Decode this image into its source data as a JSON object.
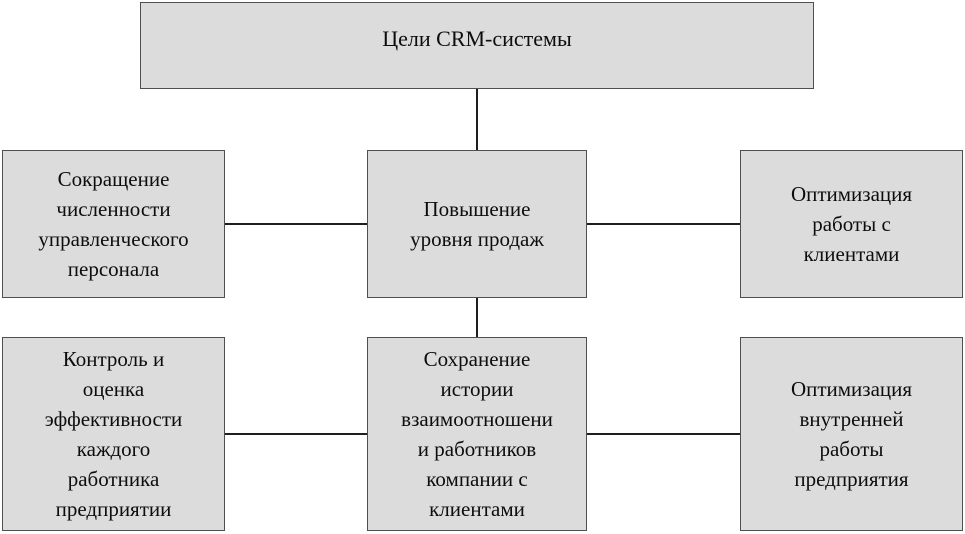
{
  "colors": {
    "box_fill": "#dcdcdc",
    "box_border": "#4f4f4f",
    "line": "#1e1e1e",
    "text": "#0d0d0d",
    "background": "#ffffff"
  },
  "nodes": {
    "root": {
      "label": "Цели CRM-системы"
    },
    "mid_left": {
      "label": "Сокращение\nчисленности\nуправленческого\nперсонала"
    },
    "mid_center": {
      "label": "Повышение\nуровня продаж"
    },
    "mid_right": {
      "label": "Оптимизация\nработы с\nклиентами"
    },
    "bot_left": {
      "label": "Контроль и\nоценка\nэффективности\nкаждого\nработника\nпредприятии"
    },
    "bot_center": {
      "label": "Сохранение\nистории\nвзаимоотношени\nи работников\nкомпании с\nклиентами"
    },
    "bot_right": {
      "label": "Оптимизация\nвнутренней\nработы\nпредприятия"
    }
  },
  "edges": [
    {
      "from": "root",
      "to": "mid_center"
    },
    {
      "from": "mid_left",
      "to": "mid_center"
    },
    {
      "from": "mid_center",
      "to": "mid_right"
    },
    {
      "from": "mid_center",
      "to": "bot_center"
    },
    {
      "from": "bot_left",
      "to": "bot_center"
    },
    {
      "from": "bot_center",
      "to": "bot_right"
    }
  ]
}
